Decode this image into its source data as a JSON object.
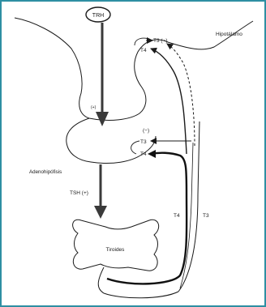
{
  "labels": {
    "trh": "TRH",
    "hipotalamo": "Hipotálamo",
    "t3_top": "T3 (−)",
    "t4_top": "T4",
    "minus_mid": "(−)",
    "t3_mid": "T3",
    "t4_mid": "T4",
    "plus_small": "(+)",
    "adeno": "Adenohipófisis",
    "tsh": "TSH (+)",
    "t4_right": "T4",
    "t3_right": "T3",
    "tiroides": "Tiroides"
  },
  "colors": {
    "frame_border": "#2e8fa3",
    "ink": "#1a1a1a",
    "arrow": "#3a3a3a"
  }
}
